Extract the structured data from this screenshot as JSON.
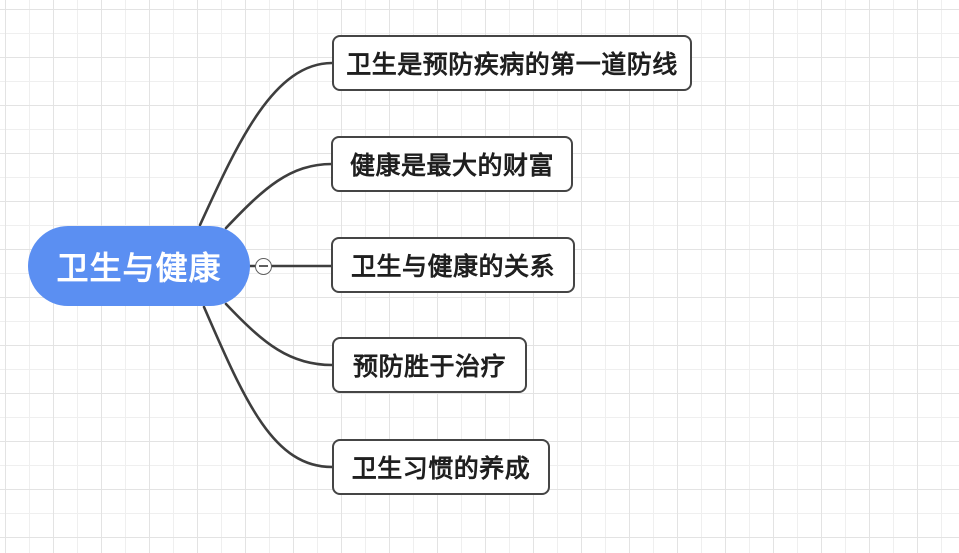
{
  "canvas": {
    "background_color": "#ffffff",
    "grid_minor_color": "#efefef",
    "grid_major_color": "#e3e3e3"
  },
  "mindmap": {
    "root": {
      "label": "卫生与健康",
      "fill_color": "#5b8ff2",
      "text_color": "#ffffff"
    },
    "collapse_button": {
      "state": "expanded",
      "symbol": "−"
    },
    "connector_color": "#3e3e3e",
    "branch_style": {
      "fill_color": "#ffffff",
      "border_color": "#454545",
      "text_color": "#1f1f1f"
    },
    "branches": [
      {
        "label": "卫生是预防疾病的第一道防线"
      },
      {
        "label": "健康是最大的财富"
      },
      {
        "label": "卫生与健康的关系"
      },
      {
        "label": "预防胜于治疗"
      },
      {
        "label": "卫生习惯的养成"
      }
    ]
  }
}
